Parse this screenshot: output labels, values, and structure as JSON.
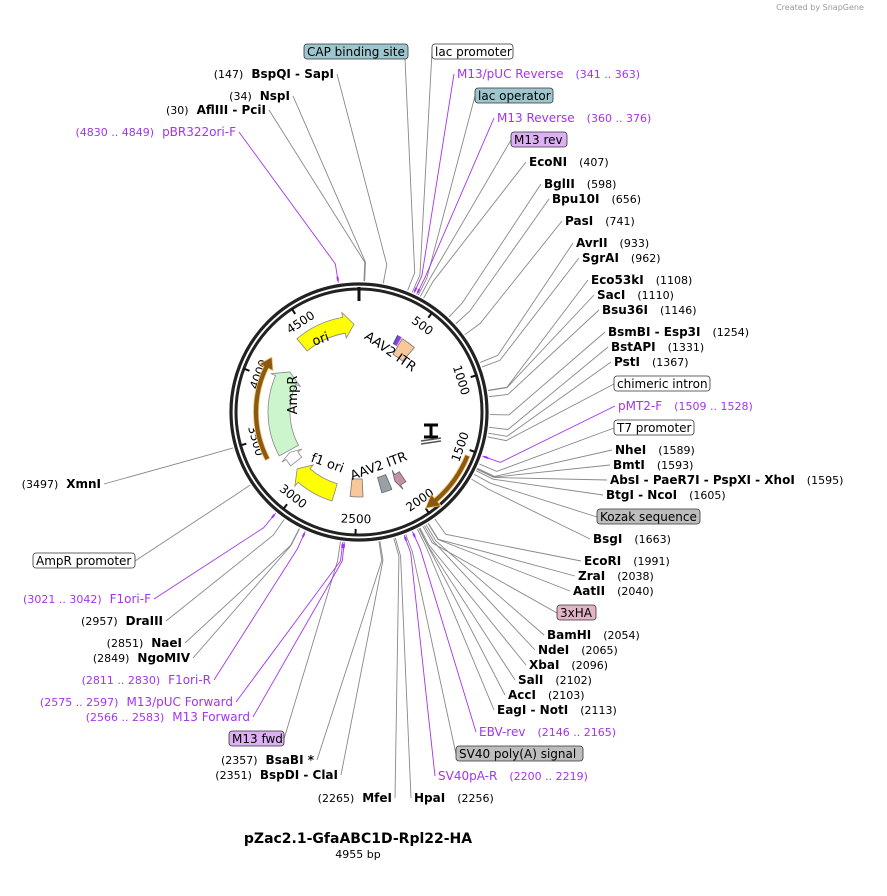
{
  "branding": "Created by SnapGene",
  "map": {
    "name": "pZac2.1-GfaABC1D-Rpl22-HA",
    "length_label": "4955 bp",
    "length_bp": 4955,
    "ticks": [
      "500",
      "1000",
      "1500",
      "2000",
      "2500",
      "3000",
      "3500",
      "4000",
      "4500"
    ]
  },
  "colors": {
    "primer": "#a334f0",
    "ori": "#ffff00",
    "AmpR": "#ccf5cc",
    "ITR": "#f8c89a",
    "orange_arc": "#f8c070",
    "gray_feature": "#9aa0a8",
    "pink_feature": "#c890a8"
  },
  "features": [
    {
      "label": "ori",
      "start": 4400,
      "end": 4910,
      "color": "#ffff00"
    },
    {
      "label": "AmpR",
      "start": 3320,
      "end": 4130,
      "color": "#ccf5cc"
    },
    {
      "label": "f1 ori",
      "start": 2710,
      "end": 3130,
      "color": "#ffff00"
    },
    {
      "label": "AAV2 ITR",
      "start": 420,
      "end": 560,
      "color": "#f8c89a"
    },
    {
      "label": "AAV2 ITR",
      "start": 2440,
      "end": 2560,
      "color": "#f8c89a"
    }
  ],
  "labels": [
    {
      "kind": "box",
      "text": "CAP binding site",
      "fill": "#9ec6cf"
    },
    {
      "kind": "box",
      "text": "lac promoter",
      "fill": "#ffffff"
    },
    {
      "kind": "primer",
      "text": "M13/pUC Reverse",
      "pos": "(341 .. 363)"
    },
    {
      "kind": "box",
      "text": "lac operator",
      "fill": "#9ec6cf"
    },
    {
      "kind": "primer",
      "text": "M13 Reverse",
      "pos": "(360 .. 376)"
    },
    {
      "kind": "box",
      "text": "M13 rev",
      "fill": "#dcb0f2"
    },
    {
      "kind": "enzyme",
      "text": "EcoNI",
      "pos": "(407)"
    },
    {
      "kind": "enzyme",
      "text": "BglII",
      "pos": "(598)"
    },
    {
      "kind": "enzyme",
      "text": "Bpu10I",
      "pos": "(656)"
    },
    {
      "kind": "enzyme",
      "text": "PasI",
      "pos": "(741)"
    },
    {
      "kind": "enzyme",
      "text": "AvrII",
      "pos": "(933)"
    },
    {
      "kind": "enzyme",
      "text": "SgrAI",
      "pos": "(962)"
    },
    {
      "kind": "enzyme",
      "text": "Eco53kI",
      "pos": "(1108)"
    },
    {
      "kind": "enzyme",
      "text": "SacI",
      "pos": "(1110)"
    },
    {
      "kind": "enzyme",
      "text": "Bsu36I",
      "pos": "(1146)"
    },
    {
      "kind": "enzyme",
      "text": "BsmBI  - Esp3I",
      "pos": "(1254)"
    },
    {
      "kind": "enzyme",
      "text": "BstAPI",
      "pos": "(1331)"
    },
    {
      "kind": "enzyme",
      "text": "PstI",
      "pos": "(1367)"
    },
    {
      "kind": "box",
      "text": "chimeric intron",
      "fill": "#ffffff"
    },
    {
      "kind": "primer",
      "text": "pMT2-F",
      "pos": "(1509 .. 1528)"
    },
    {
      "kind": "box",
      "text": "T7 promoter",
      "fill": "#ffffff"
    },
    {
      "kind": "enzyme",
      "text": "NheI",
      "pos": "(1589)"
    },
    {
      "kind": "enzyme",
      "text": "BmtI",
      "pos": "(1593)"
    },
    {
      "kind": "enzyme",
      "text": "AbsI  - PaeR7I  - PspXI  - XhoI",
      "pos": "(1595)"
    },
    {
      "kind": "enzyme",
      "text": "BtgI  - NcoI",
      "pos": "(1605)"
    },
    {
      "kind": "box",
      "text": "Kozak sequence",
      "fill": "#bdbdbd"
    },
    {
      "kind": "enzyme",
      "text": "BsgI",
      "pos": "(1663)"
    },
    {
      "kind": "enzyme",
      "text": "EcoRI",
      "pos": "(1991)"
    },
    {
      "kind": "enzyme",
      "text": "ZraI",
      "pos": "(2038)"
    },
    {
      "kind": "enzyme",
      "text": "AatII",
      "pos": "(2040)"
    },
    {
      "kind": "box",
      "text": "3xHA",
      "fill": "#e2b4c6"
    },
    {
      "kind": "enzyme",
      "text": "BamHI",
      "pos": "(2054)"
    },
    {
      "kind": "enzyme",
      "text": "NdeI",
      "pos": "(2065)"
    },
    {
      "kind": "enzyme",
      "text": "XbaI",
      "pos": "(2096)"
    },
    {
      "kind": "enzyme",
      "text": "SalI",
      "pos": "(2102)"
    },
    {
      "kind": "enzyme",
      "text": "AccI",
      "pos": "(2103)"
    },
    {
      "kind": "enzyme",
      "text": "EagI  - NotI",
      "pos": "(2113)"
    },
    {
      "kind": "primer",
      "text": "EBV-rev",
      "pos": "(2146 .. 2165)"
    },
    {
      "kind": "box",
      "text": "SV40 poly(A) signal",
      "fill": "#bdbdbd"
    },
    {
      "kind": "primer",
      "text": "SV40pA-R",
      "pos": "(2200 .. 2219)"
    },
    {
      "kind": "enzyme",
      "text": "HpaI",
      "pos": "(2256)"
    },
    {
      "kind": "enzymeL",
      "text": "MfeI",
      "pos": "(2265)"
    },
    {
      "kind": "enzymeL",
      "text": "BspDI  - ClaI",
      "pos": "(2351)"
    },
    {
      "kind": "enzymeL",
      "text": "BsaBI *",
      "pos": "(2357)"
    },
    {
      "kind": "box",
      "text": "M13 fwd",
      "fill": "#dcb0f2"
    },
    {
      "kind": "primerL",
      "text": "M13 Forward",
      "pos": "(2566 .. 2583)"
    },
    {
      "kind": "primerL",
      "text": "M13/pUC Forward",
      "pos": "(2575 .. 2597)"
    },
    {
      "kind": "primerL",
      "text": "F1ori-R",
      "pos": "(2811 .. 2830)"
    },
    {
      "kind": "enzymeL",
      "text": "NgoMIV",
      "pos": "(2849)"
    },
    {
      "kind": "enzymeL",
      "text": "NaeI",
      "pos": "(2851)"
    },
    {
      "kind": "enzymeL",
      "text": "DraIII",
      "pos": "(2957)"
    },
    {
      "kind": "primerL",
      "text": "F1ori-F",
      "pos": "(3021 .. 3042)"
    },
    {
      "kind": "box",
      "text": "AmpR promoter",
      "fill": "#ffffff"
    },
    {
      "kind": "enzymeL",
      "text": "XmnI",
      "pos": "(3497)"
    },
    {
      "kind": "primerL",
      "text": "pBR322ori-F",
      "pos": "(4830 .. 4849)"
    },
    {
      "kind": "enzymeL",
      "text": "AflIII   - PciI",
      "pos": "(30)"
    },
    {
      "kind": "enzymeL",
      "text": "NspI",
      "pos": "(34)"
    },
    {
      "kind": "enzymeL",
      "text": "BspQI  - SapI",
      "pos": "(147)"
    }
  ]
}
